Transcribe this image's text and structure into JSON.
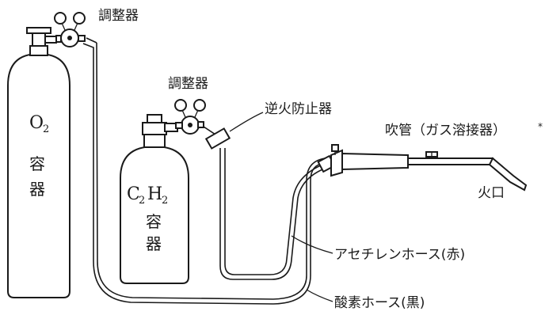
{
  "oxygen_cylinder": {
    "formula": "O",
    "subscript": "2",
    "word_char1": "容",
    "word_char2": "器"
  },
  "acetylene_cylinder": {
    "formula_c": "C",
    "sub_c": "2",
    "formula_h": "H",
    "sub_h": "2",
    "word_char1": "容",
    "word_char2": "器"
  },
  "labels": {
    "regulator_oxygen": "調整器",
    "regulator_acetylene": "調整器",
    "flashback_arrestor": "逆火防止器",
    "blowpipe": "吹管（ガス溶接器）",
    "blowpipe_mark": "*",
    "tip": "火口",
    "acetylene_hose": "アセチレンホース(赤)",
    "oxygen_hose": "酸素ホース(黒)"
  }
}
